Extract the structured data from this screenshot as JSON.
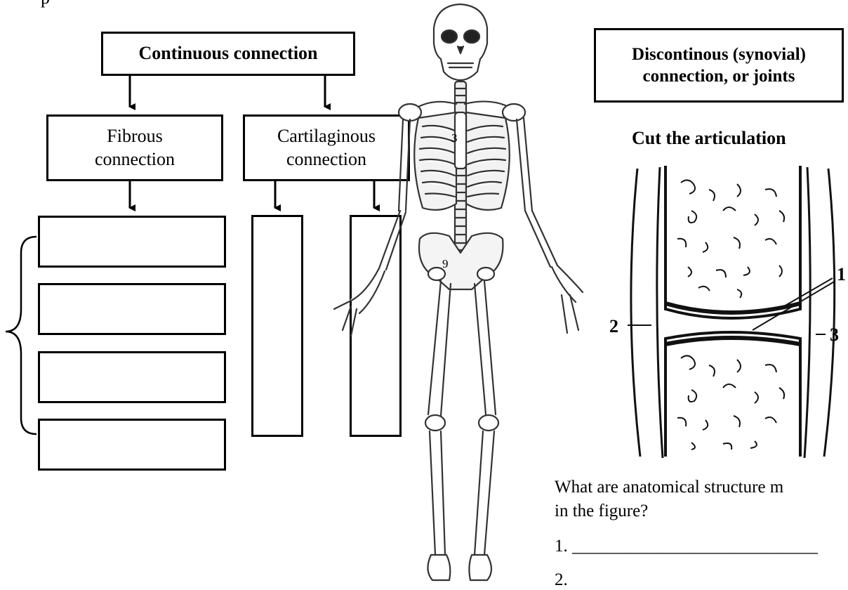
{
  "left_tree": {
    "root": "Continuous connection",
    "fibrous": "Fibrous connection",
    "cartilaginous": "Cartilaginous connection"
  },
  "skeleton_markers": {
    "m3": "3",
    "m9": "9"
  },
  "right_panel": {
    "title": "Discontinous (synovial) connection, or joints",
    "subtitle": "Cut the articulation",
    "labels": {
      "l1": "1",
      "l2": "2",
      "l3": "3"
    },
    "question": "What are anatomical structure m",
    "question_line2": "in the figure?",
    "answer1": "1. ____________________________",
    "answer2": "2."
  },
  "top_fragment": "p"
}
